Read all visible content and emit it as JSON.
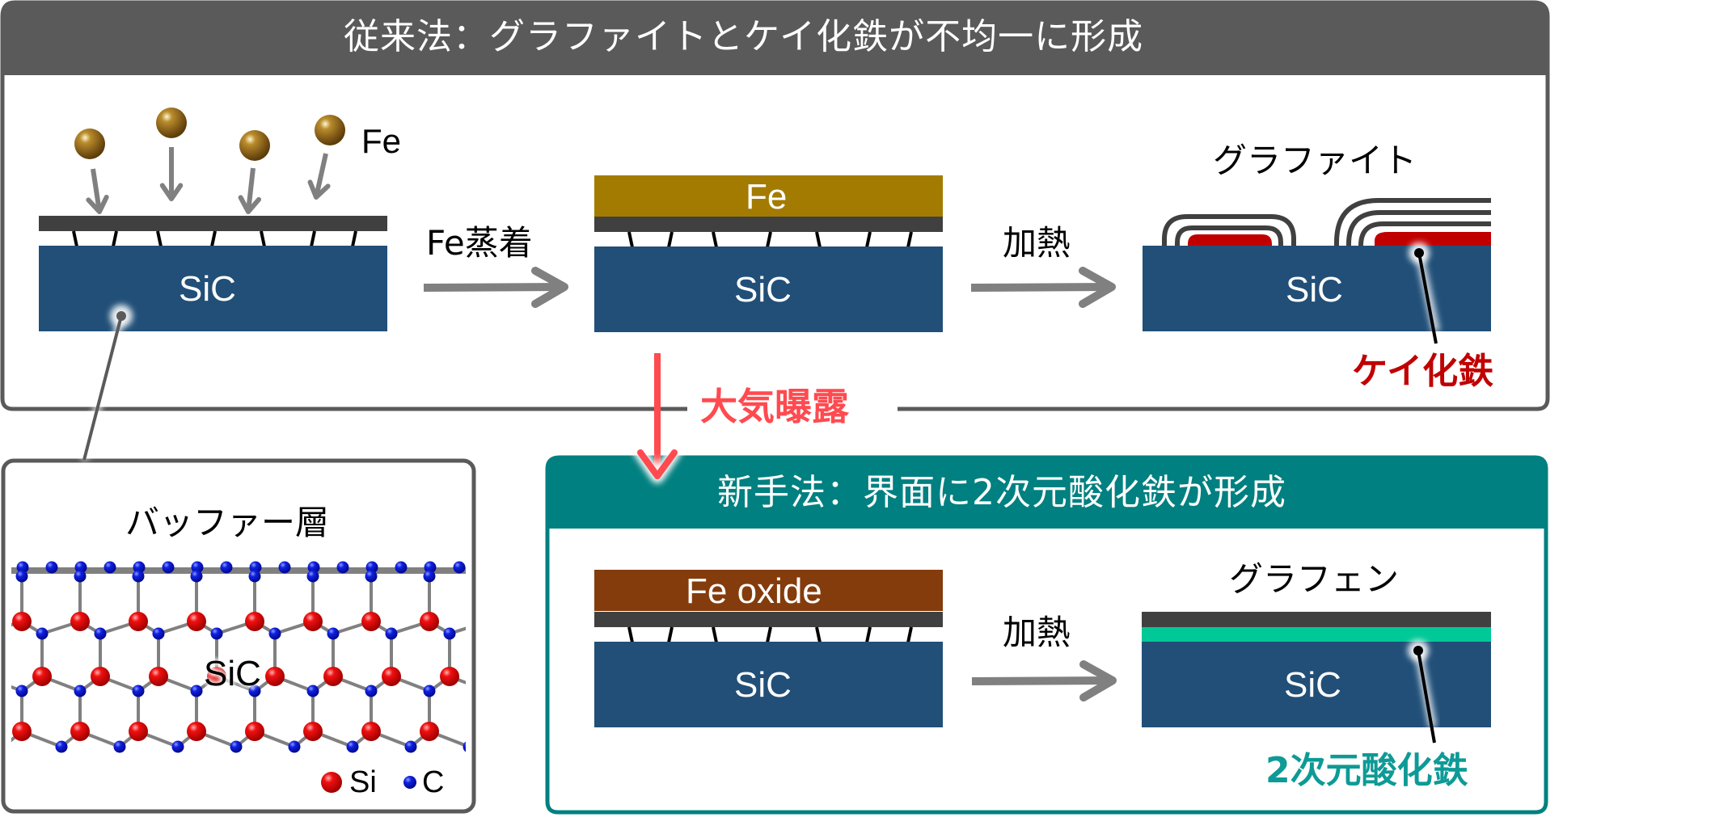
{
  "colors": {
    "conventional_header": "#5A5A5A",
    "new_method_header": "#008080",
    "sic": "#214F78",
    "buffer_layer": "#404040",
    "fe_layer": "#A37B00",
    "fe_oxide_layer": "#843C0C",
    "iron_silicide": "#C00000",
    "oxide_2d": "#00C896",
    "process_arrow": "#808080",
    "air_exposure_arrow": "#FF4A4F",
    "si_atom": "#E00000",
    "c_atom": "#0010D0",
    "bond": "#808080"
  },
  "conventional_panel": {
    "title": "従来法：グラファイトとケイ化鉄が不均一に形成",
    "step1": {
      "atom_label": "Fe",
      "substrate_label": "SiC"
    },
    "arrow1_label": "Fe蒸着",
    "step2": {
      "layer_label": "Fe",
      "substrate_label": "SiC"
    },
    "arrow2_label": "加熱",
    "step3": {
      "top_label": "グラファイト",
      "substrate_label": "SiC",
      "callout_label": "ケイ化鉄"
    }
  },
  "air_exposure": {
    "label": "大気曝露"
  },
  "buffer_panel": {
    "title": "バッファー層",
    "structure_label": "SiC",
    "legend": [
      {
        "symbol": "red-sphere",
        "label": "Si"
      },
      {
        "symbol": "blue-sphere",
        "label": "C"
      }
    ]
  },
  "new_method_panel": {
    "title": "新手法：界面に2次元酸化鉄が形成",
    "step1": {
      "layer_label": "Fe oxide",
      "substrate_label": "SiC"
    },
    "arrow_label": "加熱",
    "step2": {
      "top_label": "グラフェン",
      "substrate_label": "SiC",
      "callout_label": "2次元酸化鉄"
    }
  }
}
